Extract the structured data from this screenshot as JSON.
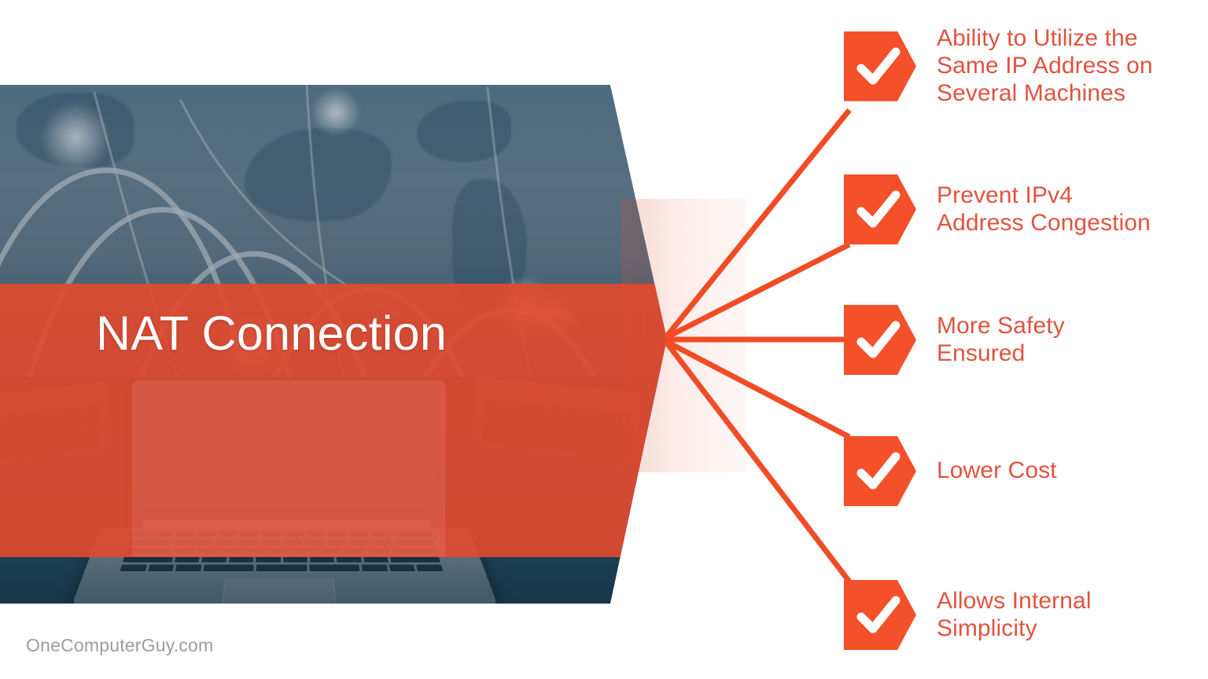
{
  "hero": {
    "title": "NAT Connection",
    "watermark": "OneComputerGuy.com",
    "band_color": "#e04a2f",
    "photo_color": "#2e5671"
  },
  "theme": {
    "badge_color": "#f4502a",
    "connector_color": "#f04c26",
    "label_color": "#df5440",
    "watermark_color": "#9d9d9d",
    "background": "#ffffff"
  },
  "benefits": [
    {
      "label": "Ability to Utilize the\nSame IP Address on\nSeveral Machines",
      "icon": "check-icon"
    },
    {
      "label": "Prevent IPv4\nAddress Congestion",
      "icon": "check-icon"
    },
    {
      "label": "More Safety\nEnsured",
      "icon": "check-icon"
    },
    {
      "label": "Lower Cost",
      "icon": "check-icon"
    },
    {
      "label": "Allows Internal\nSimplicity",
      "icon": "check-icon"
    }
  ]
}
